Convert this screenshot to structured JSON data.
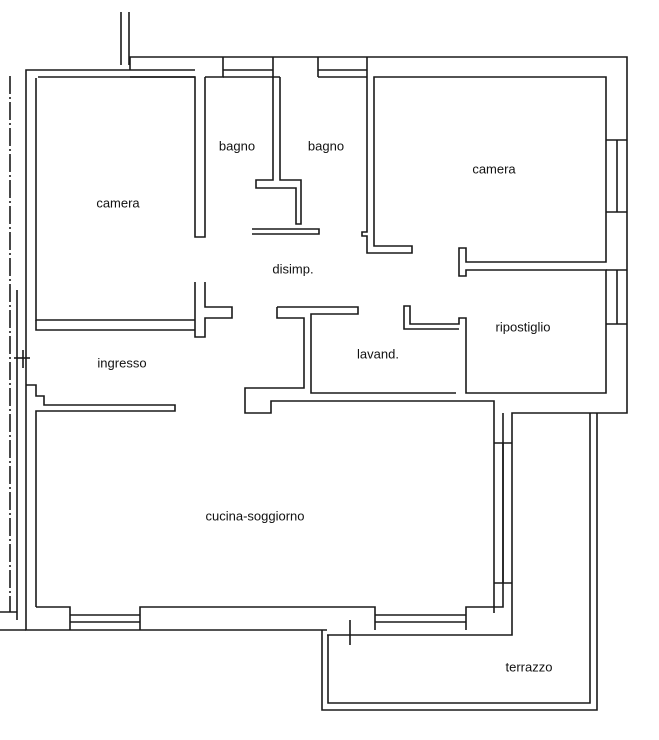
{
  "rooms": {
    "camera_left": "camera",
    "bagno_1": "bagno",
    "bagno_2": "bagno",
    "camera_right": "camera",
    "disimpegno": "disimp.",
    "ripostiglio": "ripostiglio",
    "ingresso": "ingresso",
    "lavanderia": "lavand.",
    "cucina_soggiorno": "cucina-soggiorno",
    "terrazzo": "terrazzo"
  },
  "colors": {
    "wall": "#1a1a1a",
    "background": "#ffffff",
    "text": "#111111"
  }
}
